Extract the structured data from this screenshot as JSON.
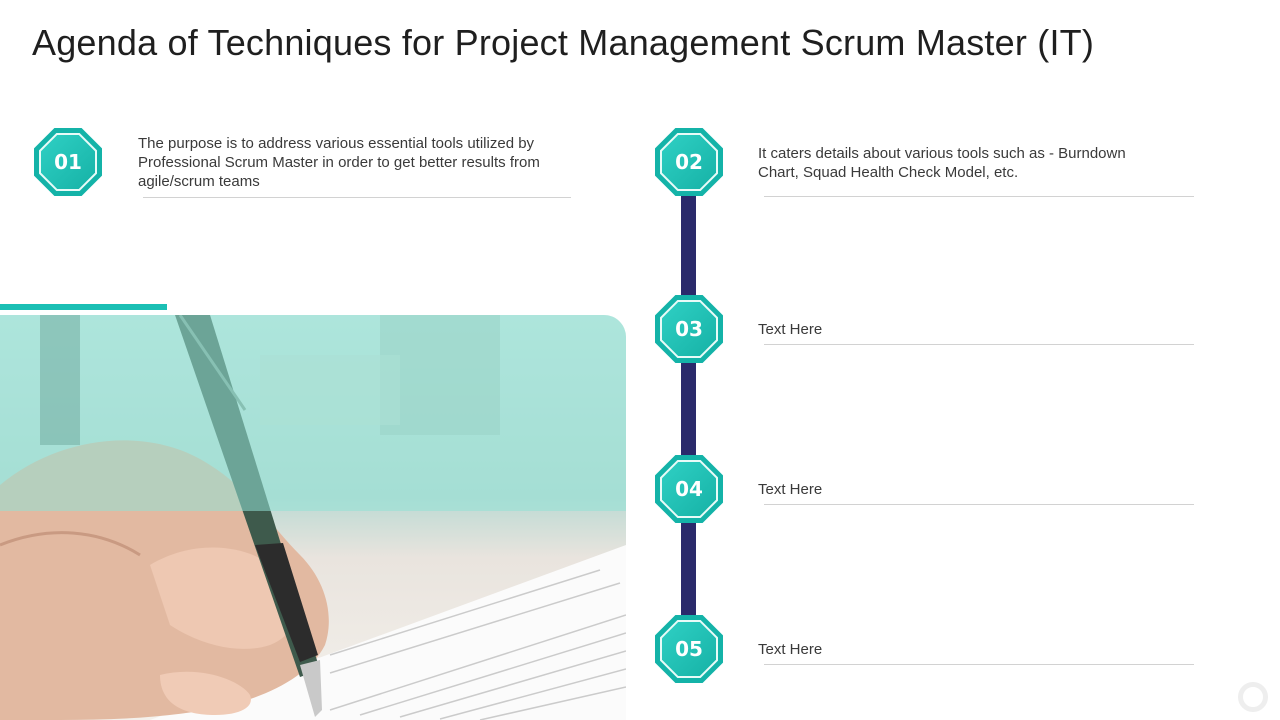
{
  "title": "Agenda of Techniques for Project Management Scrum Master (IT)",
  "colors": {
    "accent": "#1bbfb4",
    "spine": "#2a2a6b",
    "badge": "#16b2a6"
  },
  "items": [
    {
      "number": "01",
      "text": "The purpose is to address various essential tools utilized by Professional Scrum Master in order to get better results from agile/scrum teams"
    },
    {
      "number": "02",
      "text": "It caters details about various tools such as - Burndown Chart, Squad Health Check Model, etc."
    },
    {
      "number": "03",
      "text": "Text Here"
    },
    {
      "number": "04",
      "text": "Text Here"
    },
    {
      "number": "05",
      "text": "Text Here"
    }
  ],
  "image": {
    "subject": "hand-writing-with-pen-icon"
  }
}
